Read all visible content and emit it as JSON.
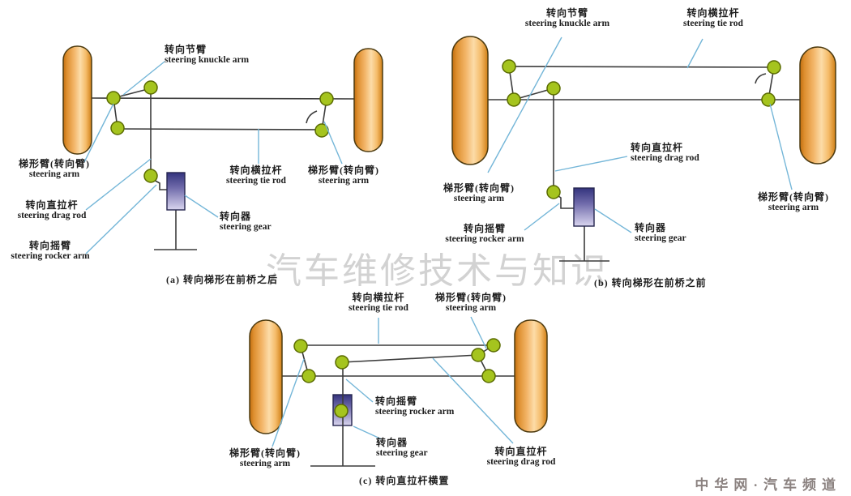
{
  "watermarks": {
    "center": "汽车维修技术与知识",
    "bottom_right": "中华网·汽车频道"
  },
  "a": {
    "caption": "(a) 转向梯形在前桥之后",
    "knuckle": {
      "zh": "转向节臂",
      "en": "steering knuckle arm"
    },
    "arm_left": {
      "zh": "梯形臂(转向臂)",
      "en": "steering arm"
    },
    "tie_rod": {
      "zh": "转向横拉杆",
      "en": "steering tie rod"
    },
    "arm_right": {
      "zh": "梯形臂(转向臂)",
      "en": "steering arm"
    },
    "drag_rod": {
      "zh": "转向直拉杆",
      "en": "steering drag rod"
    },
    "rocker": {
      "zh": "转向摇臂",
      "en": "steering rocker arm"
    },
    "gear": {
      "zh": "转向器",
      "en": "steering gear"
    }
  },
  "b": {
    "caption": "(b) 转向梯形在前桥之前",
    "knuckle": {
      "zh": "转向节臂",
      "en": "steering knuckle arm"
    },
    "tie_rod": {
      "zh": "转向横拉杆",
      "en": "steering tie rod"
    },
    "drag_rod": {
      "zh": "转向直拉杆",
      "en": "steering drag rod"
    },
    "arm_left": {
      "zh": "梯形臂(转向臂)",
      "en": "steering arm"
    },
    "rocker": {
      "zh": "转向摇臂",
      "en": "steering rocker arm"
    },
    "gear": {
      "zh": "转向器",
      "en": "steering gear"
    },
    "arm_right": {
      "zh": "梯形臂(转向臂)",
      "en": "steering arm"
    }
  },
  "c": {
    "caption": "(c) 转向直拉杆横置",
    "tie_rod": {
      "zh": "转向横拉杆",
      "en": "steering tie rod"
    },
    "arm_top": {
      "zh": "梯形臂(转向臂)",
      "en": "steering arm"
    },
    "rocker": {
      "zh": "转向摇臂",
      "en": "steering rocker arm"
    },
    "gear": {
      "zh": "转向器",
      "en": "steering gear"
    },
    "arm_bottom_left": {
      "zh": "梯形臂(转向臂)",
      "en": "steering arm"
    },
    "drag_rod": {
      "zh": "转向直拉杆",
      "en": "steering drag rod"
    }
  },
  "colors": {
    "wheel_orange": "#e89538",
    "joint_green": "#a5c41e",
    "gear_purple": "#38388a",
    "leader_blue": "#74b6d8",
    "line_dark": "#3c3c3c",
    "watermark_gray": "#c7c7c7"
  }
}
